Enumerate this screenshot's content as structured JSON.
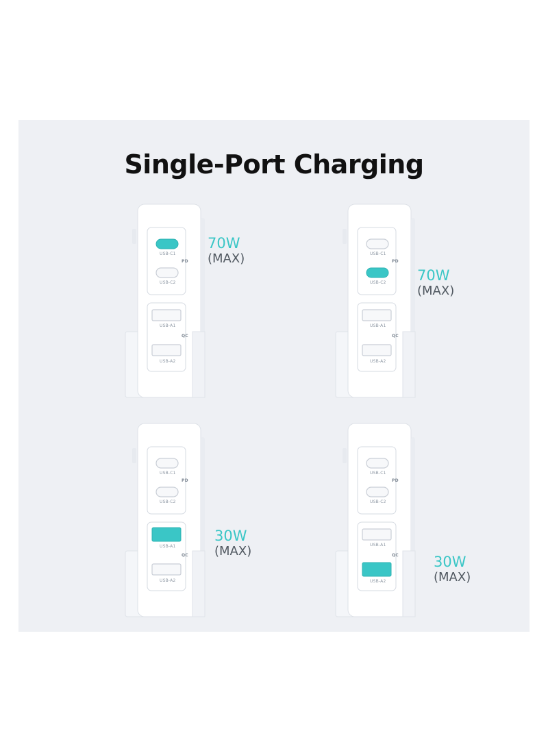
{
  "title": "Single-Port Charging",
  "port_labels": {
    "c1": "USB-C1",
    "c2": "USB-C2",
    "a1": "USB-A1",
    "a2": "USB-A2",
    "pd": "PD",
    "qc": "QC"
  },
  "configs": [
    {
      "active_port": "USB-C1",
      "watt": "70W",
      "max": "(MAX)"
    },
    {
      "active_port": "USB-C2",
      "watt": "70W",
      "max": "(MAX)"
    },
    {
      "active_port": "USB-A1",
      "watt": "30W",
      "max": "(MAX)"
    },
    {
      "active_port": "USB-A2",
      "watt": "30W",
      "max": "(MAX)"
    }
  ],
  "colors": {
    "accent": "#3ac6c6",
    "panel_bg": "#eef0f4",
    "charger_body": "#ffffff",
    "port_inactive": "#c9ced6"
  }
}
